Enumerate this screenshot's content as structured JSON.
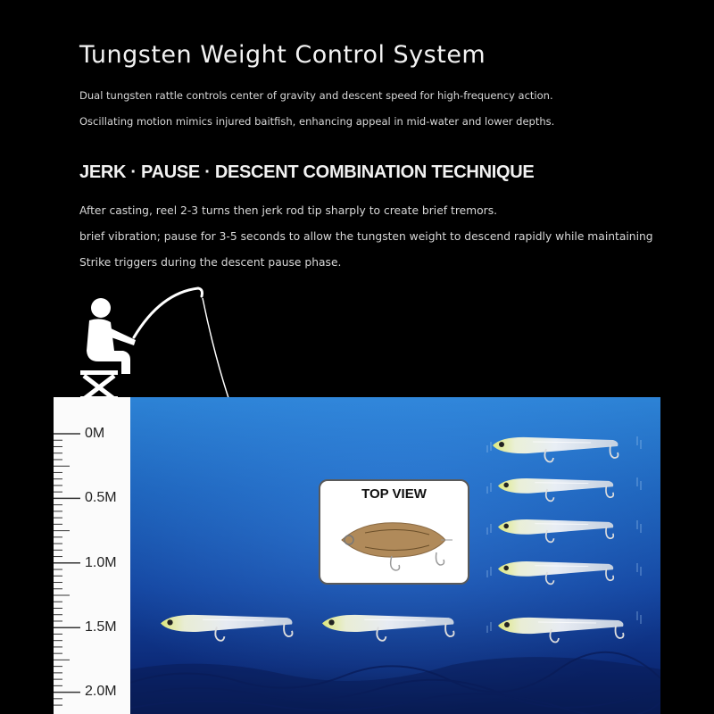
{
  "header": {
    "title": "Tungsten Weight Control System",
    "lines": [
      "Dual tungsten rattle controls center of gravity and descent speed for high-frequency action.",
      "Oscillating motion mimics injured baitfish, enhancing appeal in mid-water and lower depths."
    ]
  },
  "technique": {
    "title": "JERK · PAUSE · DESCENT COMBINATION TECHNIQUE",
    "lines": [
      "After casting, reel 2-3 turns then jerk rod tip sharply to create brief tremors.",
      "brief vibration; pause for 3-5 seconds to allow the tungsten weight to descend rapidly while maintaining",
      "Strike triggers during the descent pause phase."
    ]
  },
  "ruler": {
    "depths": [
      "0M",
      "0.5M",
      "1.0M",
      "1.5M",
      "2.0M"
    ]
  },
  "top_view": {
    "label": "TOP VIEW"
  },
  "icons": [
    "angler-icon",
    "fishing-rod-icon",
    "lure-icon"
  ],
  "colors": {
    "background": "#000000",
    "water_top": "#2d83d6",
    "water_bottom": "#071a4e",
    "ruler": "#fbfbfb",
    "lure_head": "#e8f07a"
  }
}
